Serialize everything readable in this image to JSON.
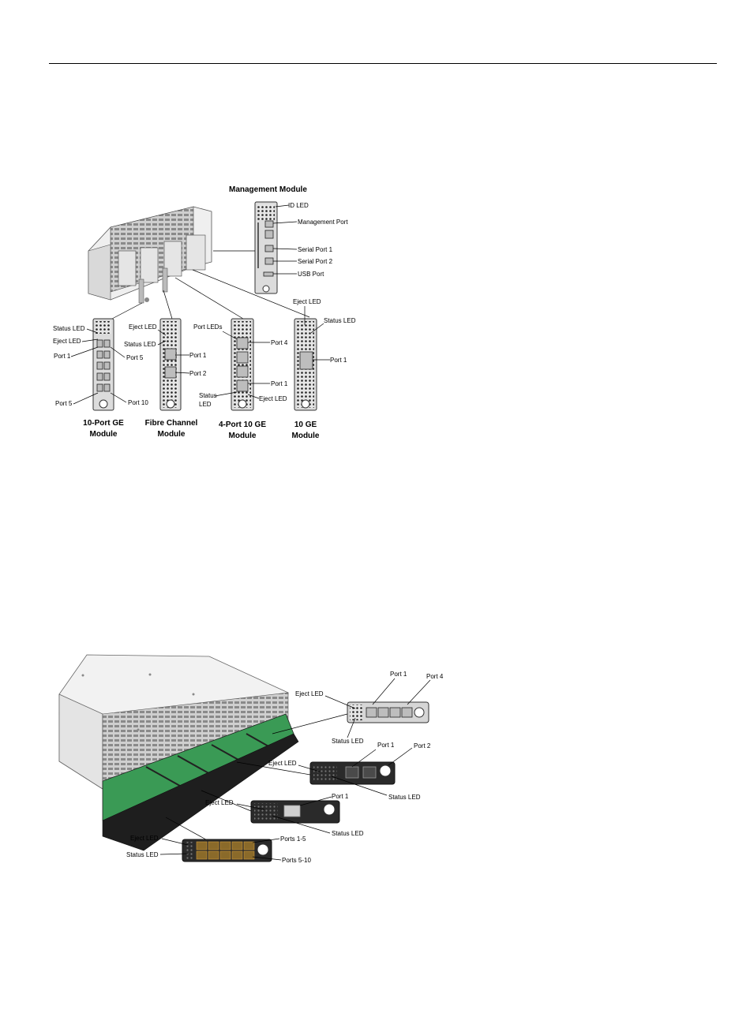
{
  "figure1": {
    "management": {
      "title": "Management Module",
      "labels": [
        "ID LED",
        "Management Port",
        "Serial Port 1",
        "Serial Port 2",
        "USB Port"
      ]
    },
    "ge10": {
      "caption_1": "10-Port GE",
      "caption_2": "Module",
      "labels": [
        "Status LED",
        "Eject LED",
        "Port 1",
        "Port 5",
        "Port 5",
        "Port 10"
      ]
    },
    "fc": {
      "caption_1": "Fibre Channel",
      "caption_2": "Module",
      "labels": [
        "Eject LED",
        "Status LED",
        "Port 1",
        "Port 2"
      ]
    },
    "port4_10ge": {
      "caption_1": "4-Port 10 GE",
      "caption_2": "Module",
      "labels": [
        "Port LEDs",
        "Port 4",
        "Port 1",
        "Status",
        "LED",
        "Eject LED"
      ]
    },
    "ge10single": {
      "caption_1": "10 GE",
      "caption_2": "Module",
      "labels": [
        "Eject LED",
        "Status LED",
        "Port 1"
      ]
    }
  },
  "figure2": {
    "m4port": {
      "labels": [
        "Port 1",
        "Port 4",
        "Eject LED",
        "Status LED"
      ]
    },
    "m2port": {
      "labels": [
        "Port 1",
        "Port 2",
        "Eject LED",
        "Status LED"
      ]
    },
    "m1port": {
      "labels": [
        "Port 1",
        "Eject LED",
        "Status LED"
      ]
    },
    "m10port": {
      "labels": [
        "Eject LED",
        "Status LED",
        "Ports 1-5",
        "Ports 5-10"
      ]
    }
  }
}
